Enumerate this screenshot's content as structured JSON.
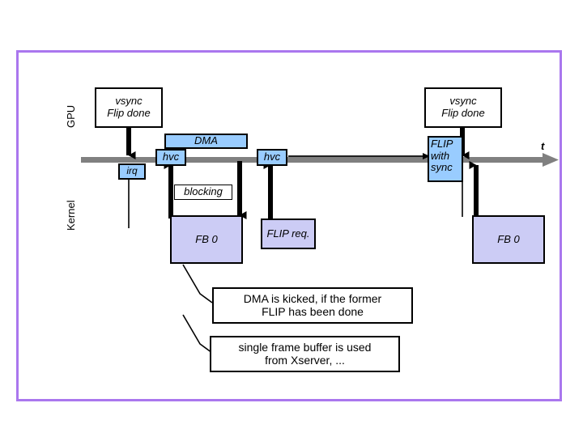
{
  "diagram": {
    "title": "GPU / Kernel flip & DMA timing diagram",
    "frame_color": "#aa77ee",
    "timeline_color": "#808080",
    "blue_fill": "#99ccff",
    "lavender_fill": "#ccccf5",
    "lanes": [
      {
        "id": "gpu",
        "label": "GPU"
      },
      {
        "id": "kernel",
        "label": "Kernel"
      }
    ],
    "axis": {
      "label": "t",
      "direction": "right"
    },
    "events": {
      "vsync_left": {
        "line1": "vsync",
        "line2": "Flip done"
      },
      "vsync_right": {
        "line1": "vsync",
        "line2": "Flip done"
      },
      "irq": "irq",
      "hvc_1": "hvc",
      "hvc_2": "hvc",
      "dma": "DMA",
      "blocking": "blocking",
      "fb_left": "FB 0",
      "fb_right": "FB 0",
      "flip_req": "FLIP req.",
      "flip_sync": {
        "line1": "FLIP",
        "line2": "with",
        "line3": "sync"
      }
    },
    "annotations": [
      {
        "id": "note-dma",
        "line1": "DMA is kicked, if the former",
        "line2": "FLIP has been done"
      },
      {
        "id": "note-fb",
        "line1": "single frame buffer is used",
        "line2": "from Xserver, ..."
      }
    ]
  }
}
